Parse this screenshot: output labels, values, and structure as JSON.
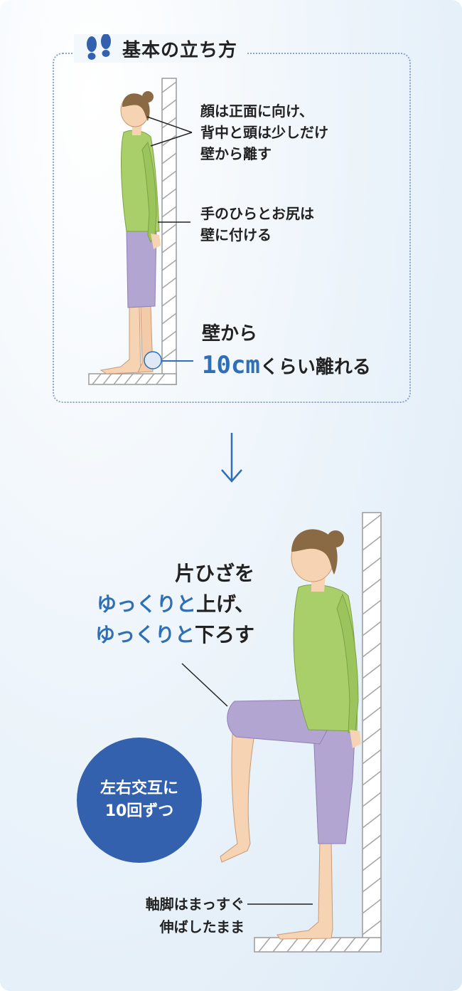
{
  "colors": {
    "accent_blue": "#2f6fb5",
    "badge_blue": "#3461ad",
    "shirt_green": "#a9cf6a",
    "pants_purple": "#b3a5d2",
    "skin": "#f6d4b3",
    "hair": "#8a6a45"
  },
  "panel": {
    "title_icon": "footprints-icon",
    "title": "基本の立ち方",
    "note_head": "顔は正面に向け、\n背中と頭は少しだけ\n壁から離す",
    "note_hands": "手のひらとお尻は\n壁に付ける",
    "note_wall_line1": "壁から",
    "note_wall_num": "10cm",
    "note_wall_rest": "くらい離れる"
  },
  "arrow_icon": "arrow-down-icon",
  "exercise": {
    "line1": "片ひざを",
    "line2_blue": "ゆっくりと",
    "line2_rest": "上げ、",
    "line3_blue": "ゆっくりと",
    "line3_rest": "下ろす",
    "badge_line1": "左右交互に",
    "badge_line2": "10回ずつ",
    "footnote": "軸脚はまっすぐ\n伸ばしたまま"
  }
}
